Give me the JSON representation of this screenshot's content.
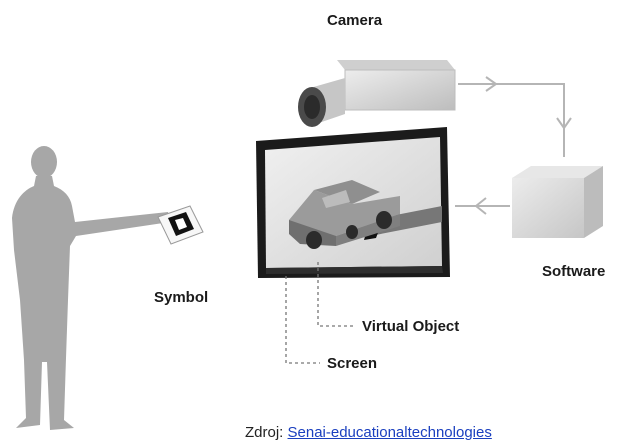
{
  "labels": {
    "camera": "Camera",
    "software": "Software",
    "symbol": "Symbol",
    "virtual_object": "Virtual Object",
    "screen": "Screen"
  },
  "credit": {
    "prefix": "Zdroj:",
    "link_text": "Senai-educationaltechnologies"
  },
  "colors": {
    "silhouette": "#a7a7a7",
    "frame": "#1b1b1b",
    "screen_bg": "#e2e2e2",
    "arrow": "#b5b5b5",
    "link": "#1a3fbf"
  }
}
